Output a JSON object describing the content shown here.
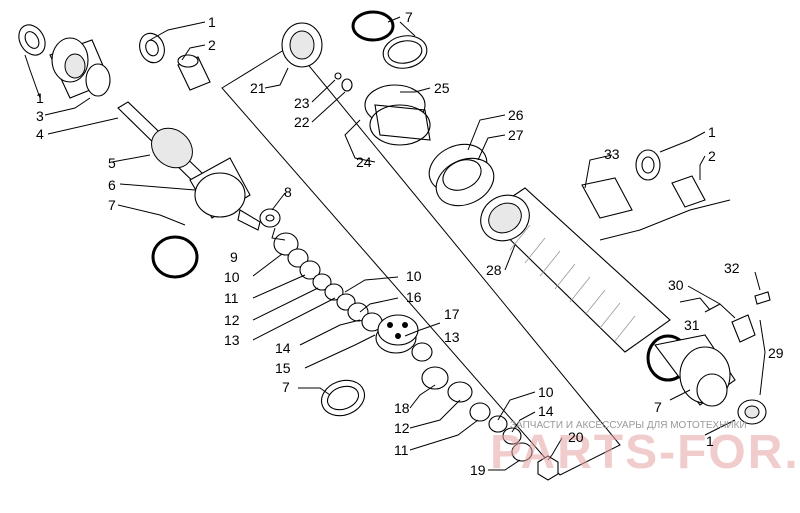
{
  "diagram": {
    "part_labels": [
      "1",
      "2",
      "1",
      "3",
      "4",
      "5",
      "6",
      "7",
      "8",
      "9",
      "10",
      "11",
      "12",
      "13",
      "21",
      "7",
      "23",
      "22",
      "25",
      "24",
      "26",
      "27",
      "33",
      "1",
      "2",
      "28",
      "10",
      "16",
      "17",
      "13",
      "14",
      "15",
      "7",
      "18",
      "12",
      "11",
      "10",
      "14",
      "20",
      "19",
      "30",
      "32",
      "31",
      "29",
      "7",
      "1"
    ]
  },
  "watermark": {
    "caption": "ЗАПЧАСТИ И АКСЕССУАРЫ ДЛЯ МОТОТЕХНИКИ",
    "brand": "PARTS-FOR.RU"
  }
}
